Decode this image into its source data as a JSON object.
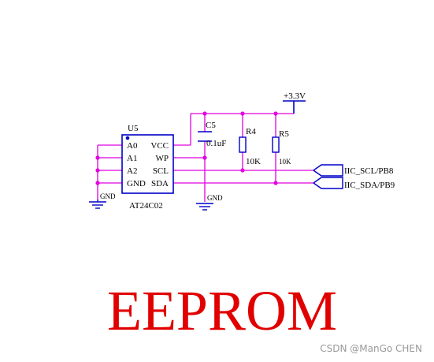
{
  "colors": {
    "wire": "#e000e0",
    "part": "#0000c8",
    "title": "#e10000",
    "watermark": "#9a9a9a"
  },
  "chip": {
    "ref": "U5",
    "part_number": "AT24C02",
    "pins_left": [
      "A0",
      "A1",
      "A2",
      "GND"
    ],
    "pins_right": [
      "VCC",
      "WP",
      "SCL",
      "SDA"
    ]
  },
  "power": {
    "label": "+3.3V"
  },
  "capacitor": {
    "ref": "C5",
    "value": "0.1uF"
  },
  "resistors": [
    {
      "ref": "R4",
      "value": "10K"
    },
    {
      "ref": "R5",
      "value": "10K"
    }
  ],
  "grounds": [
    "GND",
    "GND"
  ],
  "net_ports": [
    "IIC_SCL/PB8",
    "IIC_SDA/PB9"
  ],
  "title": "EEPROM",
  "watermark": "CSDN @ManGo CHEN"
}
